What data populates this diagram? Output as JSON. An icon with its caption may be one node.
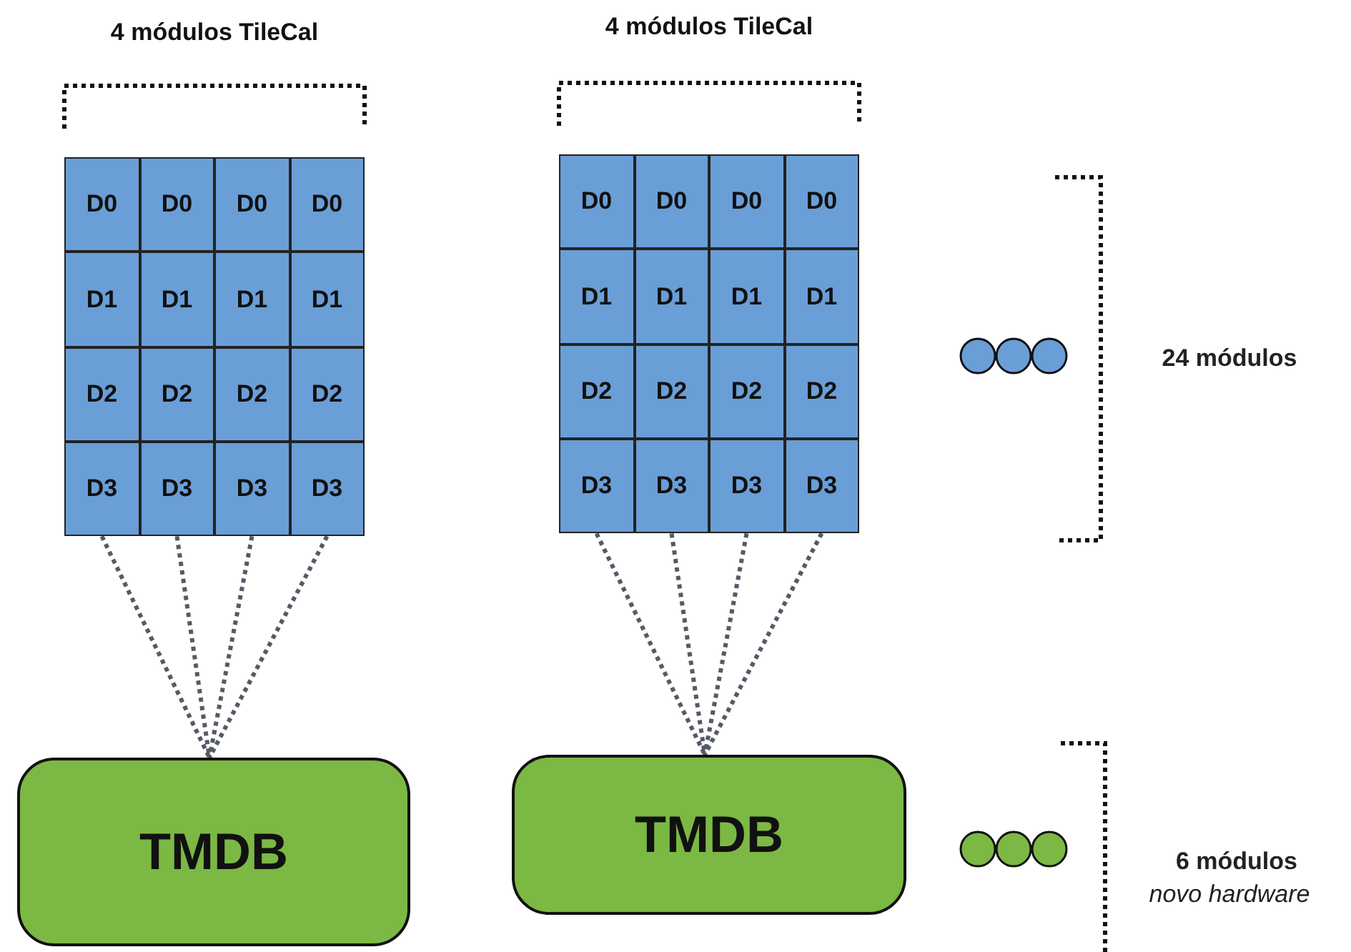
{
  "diagram": {
    "nodes": [
      {
        "text": [
          "D0"
        ]
      },
      {
        "text": [
          "D0"
        ]
      },
      {
        "text": [
          "D0"
        ]
      },
      {
        "text": [
          "D0"
        ]
      },
      {
        "text": [
          "D1"
        ]
      },
      {
        "text": [
          "D1"
        ]
      },
      {
        "text": [
          "D1"
        ]
      },
      {
        "text": [
          "D1"
        ]
      },
      {
        "text": [
          "D2"
        ]
      },
      {
        "text": [
          "D2"
        ]
      },
      {
        "text": [
          "D2"
        ]
      },
      {
        "text": [
          "D2"
        ]
      },
      {
        "text": [
          "D3"
        ]
      },
      {
        "text": [
          "D3"
        ]
      },
      {
        "text": [
          "D3"
        ]
      },
      {
        "text": [
          "D3"
        ]
      },
      {
        "text": [
          "D0"
        ]
      },
      {
        "text": [
          "D0"
        ]
      },
      {
        "text": [
          "D0"
        ]
      },
      {
        "text": [
          "D0"
        ]
      },
      {
        "text": [
          "D1"
        ]
      },
      {
        "text": [
          "D1"
        ]
      },
      {
        "text": [
          "D1"
        ]
      },
      {
        "text": [
          "D1"
        ]
      },
      {
        "text": [
          "D2"
        ]
      },
      {
        "text": [
          "D2"
        ]
      },
      {
        "text": [
          "D2"
        ]
      },
      {
        "text": [
          "D2"
        ]
      },
      {
        "text": [
          "D3"
        ]
      },
      {
        "text": [
          "D3"
        ]
      },
      {
        "text": [
          "D3"
        ]
      },
      {
        "text": [
          "D3"
        ]
      },
      {
        "text": [
          "TMDB"
        ]
      },
      {
        "text": [
          "TMDB"
        ]
      }
    ],
    "edges": [
      {
        "from": 12,
        "to": 32,
        "arrow": "none",
        "style": "dashed"
      },
      {
        "from": 13,
        "to": 32,
        "arrow": "none",
        "style": "dashed"
      },
      {
        "from": 14,
        "to": 32,
        "arrow": "none",
        "style": "dashed"
      },
      {
        "from": 15,
        "to": 32,
        "arrow": "none",
        "style": "dashed"
      },
      {
        "from": 28,
        "to": 33,
        "arrow": "none",
        "style": "dashed"
      },
      {
        "from": 29,
        "to": 33,
        "arrow": "none",
        "style": "dashed"
      },
      {
        "from": 30,
        "to": 33,
        "arrow": "none",
        "style": "dashed"
      },
      {
        "from": 31,
        "to": 33,
        "arrow": "none",
        "style": "dashed"
      }
    ],
    "labels": [
      "4 módulos TileCal",
      "4 módulos TileCal",
      "24 módulos",
      "6 módulos",
      "novo hardware"
    ]
  }
}
